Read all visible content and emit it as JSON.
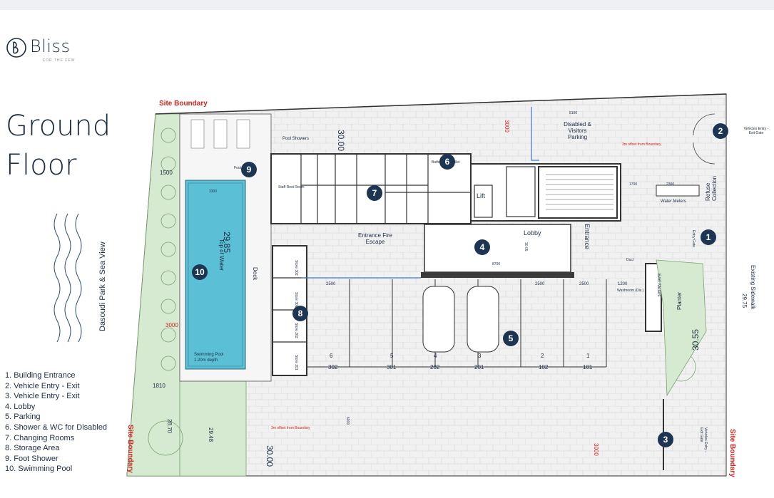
{
  "brand": {
    "name": "Bliss",
    "tagline": "FOR THE FEW"
  },
  "title": {
    "line1": "Ground",
    "line2": "Floor"
  },
  "side_label": "Dasoudi Park & Sea View",
  "legend": [
    "1. Building Entrance",
    "2. Vehicle Entry - Exit",
    "3. Vehicle Entry - Exit",
    "4. Lobby",
    "5. Parking",
    "6. Shower & WC for Disabled",
    "7. Changing Rooms",
    "8. Storage Area",
    "9. Foot Shower",
    "10. Swimming Pool"
  ],
  "plan": {
    "site_boundary_top": "Site Boundary",
    "site_boundary_left": "Site Boundary",
    "site_boundary_right": "Site Boundary",
    "pool_showers": "Pool Showers",
    "disabled_parking": "Disabled & Visitors Parking",
    "offset_note": "3m offset from Boundary",
    "refuse": "Refuse Collection",
    "water_meters": "Water Meters",
    "vehicle_gate": "Vehicles Entry - Exit Gate",
    "vehicle_entry": "Vehicles Entry - Exit Gate",
    "entry_gate": "Entry Gate",
    "entrance_fire": "Entrance Fire Escape",
    "lobby": "Lobby",
    "entrance": "Entrance",
    "lift": "Lift",
    "deck": "Deck",
    "top_of_water": "Top of Water",
    "pool_label": "Swimming Pool",
    "pool_depth": "1.20m depth",
    "planter": "Planter",
    "existing_sidewalk": "Existing Sidewalk",
    "eac_meters": "EAC Meters",
    "wc": "Washroom (Dis.)",
    "duct": "Duct",
    "foot_bath": "Foot Bath",
    "staff_rest": "Staff Rest Room",
    "bathroom": "Bathroom & Toilet",
    "levels": {
      "l1": "30.00",
      "l2": "29.85",
      "l3": "30.55",
      "l4": "29.75",
      "l5": "28.70",
      "l6": "29.48",
      "l7": "30.00",
      "l8": "30.05"
    },
    "dims": {
      "d3000a": "3000",
      "d3000b": "3000",
      "d3000c": "3000",
      "d1500": "1500",
      "d1810": "1810",
      "d3300": "3300",
      "d2500a": "2500",
      "d2500b": "2500",
      "d2500c": "2500",
      "d1700": "1700",
      "d2300": "2300",
      "d5100": "5100",
      "d1200": "1200",
      "d8700": "8700",
      "d6000": "6000"
    },
    "stores": [
      "Store 302",
      "Store 301",
      "Store 202",
      "Store 201"
    ],
    "bays": [
      "6",
      "5",
      "4",
      "3",
      "2",
      "1"
    ],
    "bay_codes": [
      "302",
      "301",
      "202",
      "201",
      "102",
      "101"
    ],
    "badges": [
      "1",
      "2",
      "3",
      "4",
      "5",
      "6",
      "7",
      "8",
      "9",
      "10"
    ]
  },
  "colors": {
    "navy": "#1c3552",
    "pool": "#5bc0d6",
    "green": "#d6ead2",
    "red": "#d0251c",
    "paving": "#efefef"
  }
}
